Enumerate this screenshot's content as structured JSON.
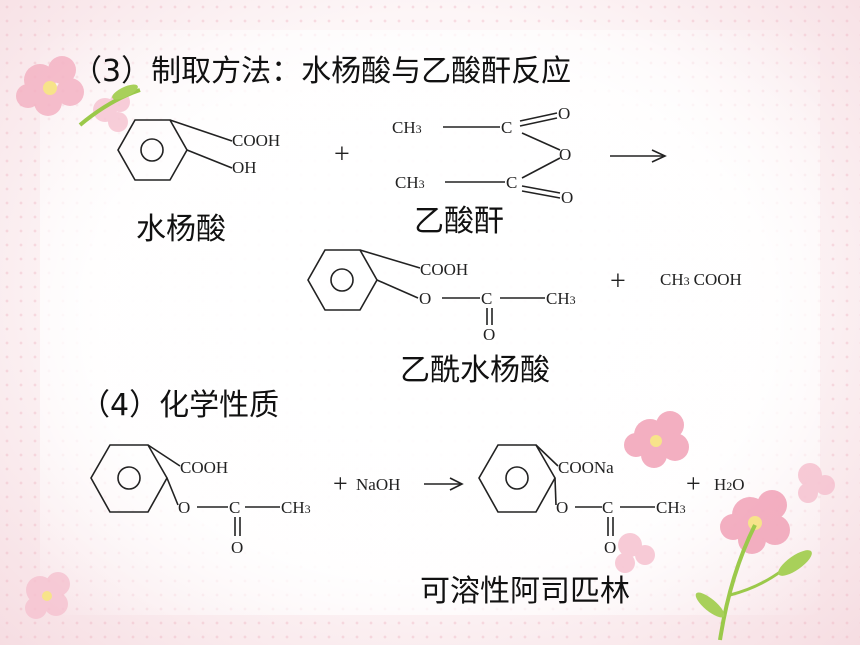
{
  "sections": {
    "method_title": "（3）制取方法：水杨酸与乙酸酐反应",
    "property_title": "（4）化学性质"
  },
  "compound_names": {
    "salicylic_acid": "水杨酸",
    "acetic_anhydride": "乙酸酐",
    "acetylsalicylic_acid": "乙酰水杨酸",
    "soluble_aspirin": "可溶性阿司匹林"
  },
  "formula_text": {
    "cooh": "COOH",
    "oh": "OH",
    "ch3_a": "CH",
    "ch3_sub": "3",
    "c": "C",
    "o": "O",
    "ch3cooh_pre": "CH",
    "ch3cooh_post": "COOH",
    "ch3_end": "CH",
    "naoh": "NaOH",
    "coona": "COONa",
    "h2o_h": "H",
    "h2o_sub": "2",
    "h2o_o": "O",
    "plus": "+"
  },
  "colors": {
    "flower_pink": "#f2a7bb",
    "leaf_green": "#9bc94a"
  }
}
